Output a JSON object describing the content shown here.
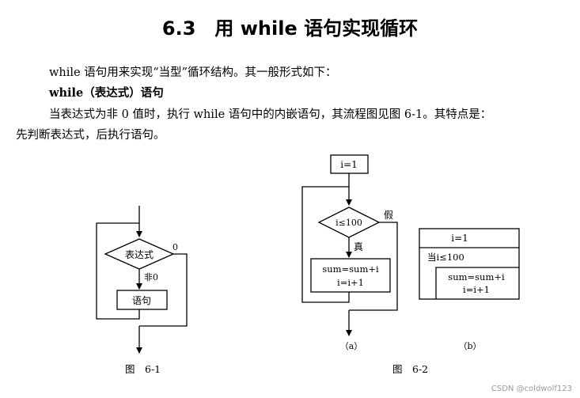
{
  "section": {
    "number": "6.3",
    "title": "用 while 语句实现循环"
  },
  "text": {
    "line1": "while 语句用来实现“当型”循环结构。其一般形式如下：",
    "syntax": "while（表达式）语句",
    "line3": "当表达式为非 0 值时，执行 while 语句中的内嵌语句，其流程图见图 6-1。其特点是：",
    "line4": "先判断表达式，后执行语句。"
  },
  "figure61": {
    "condition": "表达式",
    "false_label": "0",
    "true_label": "非0",
    "statement": "语句",
    "caption": "图　6-1"
  },
  "figure62a": {
    "init": "i=1",
    "condition": "i≤100",
    "false_label": "假",
    "true_label": "真",
    "body_line1": "sum=sum+i",
    "body_line2": "i=i+1",
    "label": "（a）"
  },
  "figure62b": {
    "init": "i=1",
    "loop": "当i≤100",
    "body_line1": "sum=sum+i",
    "body_line2": "i=i+1",
    "label": "（b）"
  },
  "caption62": "图　6-2",
  "watermark": "CSDN @coldwolf123"
}
